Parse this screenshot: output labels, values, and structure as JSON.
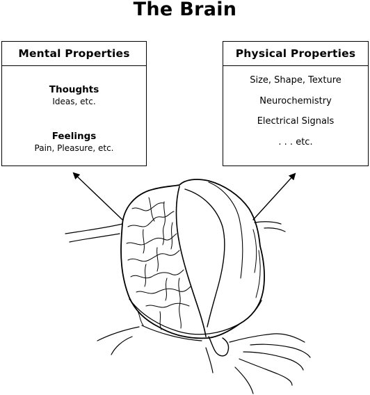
{
  "title": "The Brain",
  "mental": {
    "header": "Mental Properties",
    "groups": [
      {
        "title": "Thoughts",
        "sub": "Ideas, etc."
      },
      {
        "title": "Feelings",
        "sub": "Pain, Pleasure, etc."
      }
    ]
  },
  "physical": {
    "header": "Physical Properties",
    "items": [
      "Size, Shape, Texture",
      "Neurochemistry",
      "Electrical Signals",
      ". . . etc."
    ]
  },
  "icons": {
    "illustration": "brain-in-hand-illustration",
    "left_arrow": "arrow-up-left-icon",
    "right_arrow": "arrow-up-right-icon"
  },
  "colors": {
    "ink": "#000000",
    "paper": "#ffffff"
  }
}
